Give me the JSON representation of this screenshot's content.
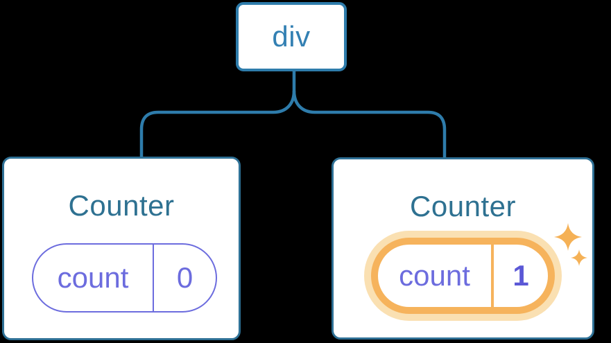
{
  "diagram": {
    "description": "React component tree: a div root with two Counter children; the second Counter's state pill is highlighted as updated",
    "root": {
      "label": "div"
    },
    "children": [
      {
        "title": "Counter",
        "state": {
          "key": "count",
          "value": "0"
        },
        "highlighted": false
      },
      {
        "title": "Counter",
        "state": {
          "key": "count",
          "value": "1"
        },
        "highlighted": true
      }
    ]
  },
  "colors": {
    "background": "#000000",
    "node_bg": "#ffffff",
    "root_border": "#2e7cab",
    "connector": "#2e7cab",
    "node_border": "#2e7095",
    "title": "#2e7191",
    "root_label": "#3380b3",
    "purple": "#6c6cde",
    "purple_bold": "#5b58d6",
    "orange": "#f6b35c",
    "orange_glow": "#fae0b2",
    "sparkle": "#f5b156"
  },
  "icons": {
    "sparkle": "four-pointed star burst indicating state change"
  }
}
